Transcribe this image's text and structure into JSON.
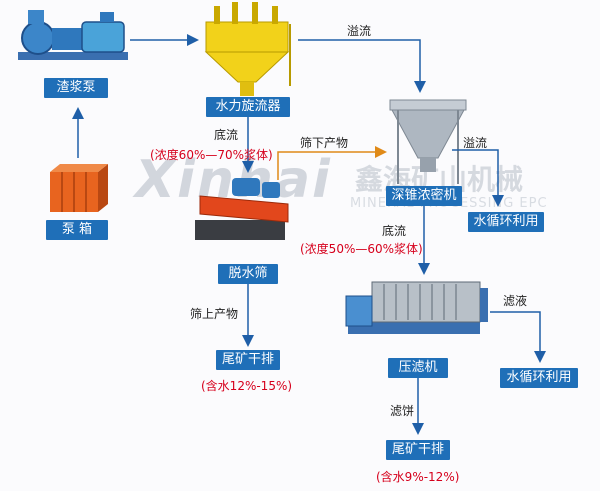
{
  "nodes": {
    "slurry_pump": "渣浆泵",
    "pump_box": "泵 箱",
    "hydrocyclone": "水力旋流器",
    "thickener": "深锥浓密机",
    "water_recycle_1": "水循环利用",
    "dewatering_screen": "脱水筛",
    "tailings_dry_1": "尾矿干排",
    "filter_press": "压滤机",
    "water_recycle_2": "水循环利用",
    "tailings_dry_2": "尾矿干排"
  },
  "labels": {
    "overflow_1": "溢流",
    "underflow_1": "底流",
    "concentration_1": "(浓度60%—70%浆体)",
    "undersize": "筛下产物",
    "overflow_2": "溢流",
    "underflow_2": "底流",
    "concentration_2": "(浓度50%—60%浆体)",
    "oversize": "筛上产物",
    "filtrate": "滤液",
    "moisture_1": "(含水12%-15%)",
    "filter_cake": "滤饼",
    "moisture_2": "(含水9%-12%)"
  },
  "colors": {
    "node_fill": "#1f6fb8",
    "arrow_blue": "#1f5fa8",
    "arrow_orange": "#e08a18",
    "emphasis_red": "#d6001c"
  }
}
